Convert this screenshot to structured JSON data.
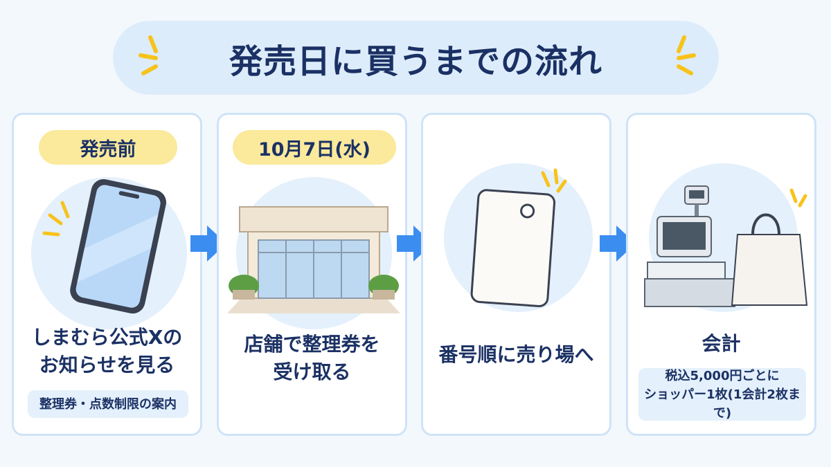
{
  "title": "発売日に買うまでの流れ",
  "colors": {
    "accent_blue": "#3b8ef0",
    "badge_yellow": "#fbe99c",
    "title_navy": "#1b3164",
    "spark_yellow": "#f7c31b"
  },
  "steps": [
    {
      "badge": "発売前",
      "icon": "smartphone-icon",
      "text_line1": "しまむら公式Xの",
      "text_line2": "お知らせを見る",
      "note": "整理券・点数制限の案内"
    },
    {
      "badge": "10月7日(水)",
      "icon": "store-front-icon",
      "text_line1": "店舗で整理券を",
      "text_line2": "受け取る"
    },
    {
      "icon": "ticket-tag-icon",
      "text_line1": "番号順に売り場へ"
    },
    {
      "icon": "cash-register-icon",
      "icon2": "shopping-bag-icon",
      "text_line1": "会計",
      "note_line1": "税込5,000円ごとに",
      "note_line2": "ショッパー1枚(1会計2枚まで)"
    }
  ],
  "arrow_icon": "right-arrow-icon"
}
